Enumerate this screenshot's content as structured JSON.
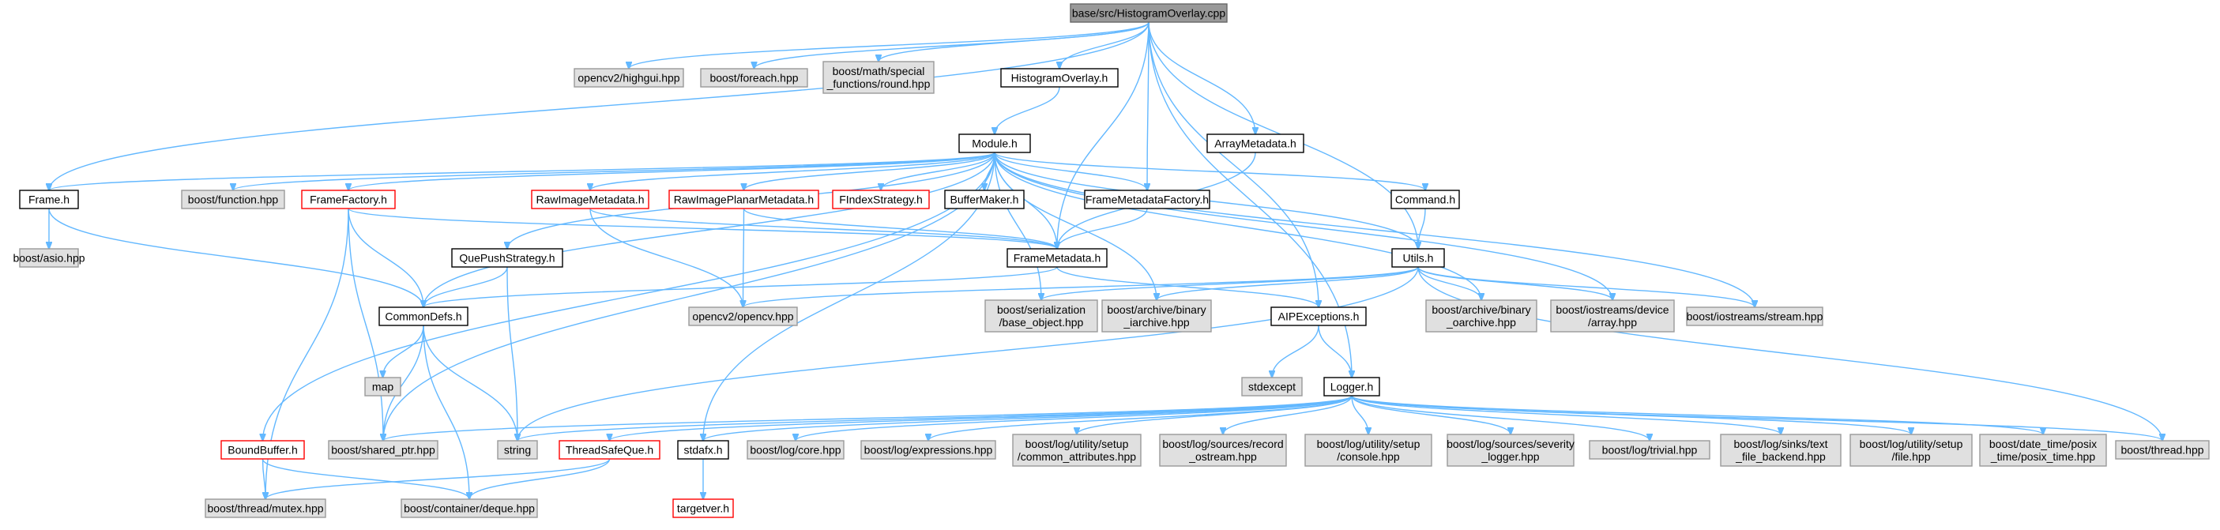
{
  "colors": {
    "edge": "#63b8ff",
    "root_fill": "#999999",
    "root_stroke": "#666666",
    "internal_fill": "#ffffff",
    "internal_stroke": "#000000",
    "external_fill": "#e0e0e0",
    "external_stroke": "#999999",
    "incomplete_stroke": "#ff0000"
  },
  "nodes": {
    "root": [
      "base/src/HistogramOverlay.cpp"
    ],
    "highgui": [
      "opencv2/highgui.hpp"
    ],
    "foreach": [
      "boost/foreach.hpp"
    ],
    "round": [
      "boost/math/special",
      "_functions/round.hpp"
    ],
    "histoverlay_h": [
      "HistogramOverlay.h"
    ],
    "arraymetadata": [
      "ArrayMetadata.h"
    ],
    "module": [
      "Module.h"
    ],
    "frame": [
      "Frame.h"
    ],
    "function": [
      "boost/function.hpp"
    ],
    "framefactory": [
      "FrameFactory.h"
    ],
    "rawimagemetadata": [
      "RawImageMetadata.h"
    ],
    "rawplanar": [
      "RawImagePlanarMetadata.h"
    ],
    "findex": [
      "FIndexStrategy.h"
    ],
    "buffermaker": [
      "BufferMaker.h"
    ],
    "framemetadatafactory": [
      "FrameMetadataFactory.h"
    ],
    "command": [
      "Command.h"
    ],
    "asio": [
      "boost/asio.hpp"
    ],
    "quepush": [
      "QuePushStrategy.h"
    ],
    "framemetadata": [
      "FrameMetadata.h"
    ],
    "utils": [
      "Utils.h"
    ],
    "commondefs": [
      "CommonDefs.h"
    ],
    "opencv": [
      "opencv2/opencv.hpp"
    ],
    "serialization": [
      "boost/serialization",
      "/base_object.hpp"
    ],
    "iarchive": [
      "boost/archive/binary",
      "_iarchive.hpp"
    ],
    "apiexceptions": [
      "AIPExceptions.h"
    ],
    "oarchive": [
      "boost/archive/binary",
      "_oarchive.hpp"
    ],
    "devicearray": [
      "boost/iostreams/device",
      "/array.hpp"
    ],
    "stream": [
      "boost/iostreams/stream.hpp"
    ],
    "map": [
      "map"
    ],
    "stdexcept": [
      "stdexcept"
    ],
    "logger": [
      "Logger.h"
    ],
    "boundbuffer": [
      "BoundBuffer.h"
    ],
    "sharedptr": [
      "boost/shared_ptr.hpp"
    ],
    "string": [
      "string"
    ],
    "threadsafeque": [
      "ThreadSafeQue.h"
    ],
    "stdafx": [
      "stdafx.h"
    ],
    "logcore": [
      "boost/log/core.hpp"
    ],
    "logexpr": [
      "boost/log/expressions.hpp"
    ],
    "commonattr": [
      "boost/log/utility/setup",
      "/common_attributes.hpp"
    ],
    "recordostream": [
      "boost/log/sources/record",
      "_ostream.hpp"
    ],
    "console": [
      "boost/log/utility/setup",
      "/console.hpp"
    ],
    "severity": [
      "boost/log/sources/severity",
      "_logger.hpp"
    ],
    "trivial": [
      "boost/log/trivial.hpp"
    ],
    "textfile": [
      "boost/log/sinks/text",
      "_file_backend.hpp"
    ],
    "setupfile": [
      "boost/log/utility/setup",
      "/file.hpp"
    ],
    "posixtime": [
      "boost/date_time/posix",
      "_time/posix_time.hpp"
    ],
    "thread": [
      "boost/thread.hpp"
    ],
    "mutex": [
      "boost/thread/mutex.hpp"
    ],
    "deque": [
      "boost/container/deque.hpp"
    ],
    "targetver": [
      "targetver.h"
    ]
  }
}
